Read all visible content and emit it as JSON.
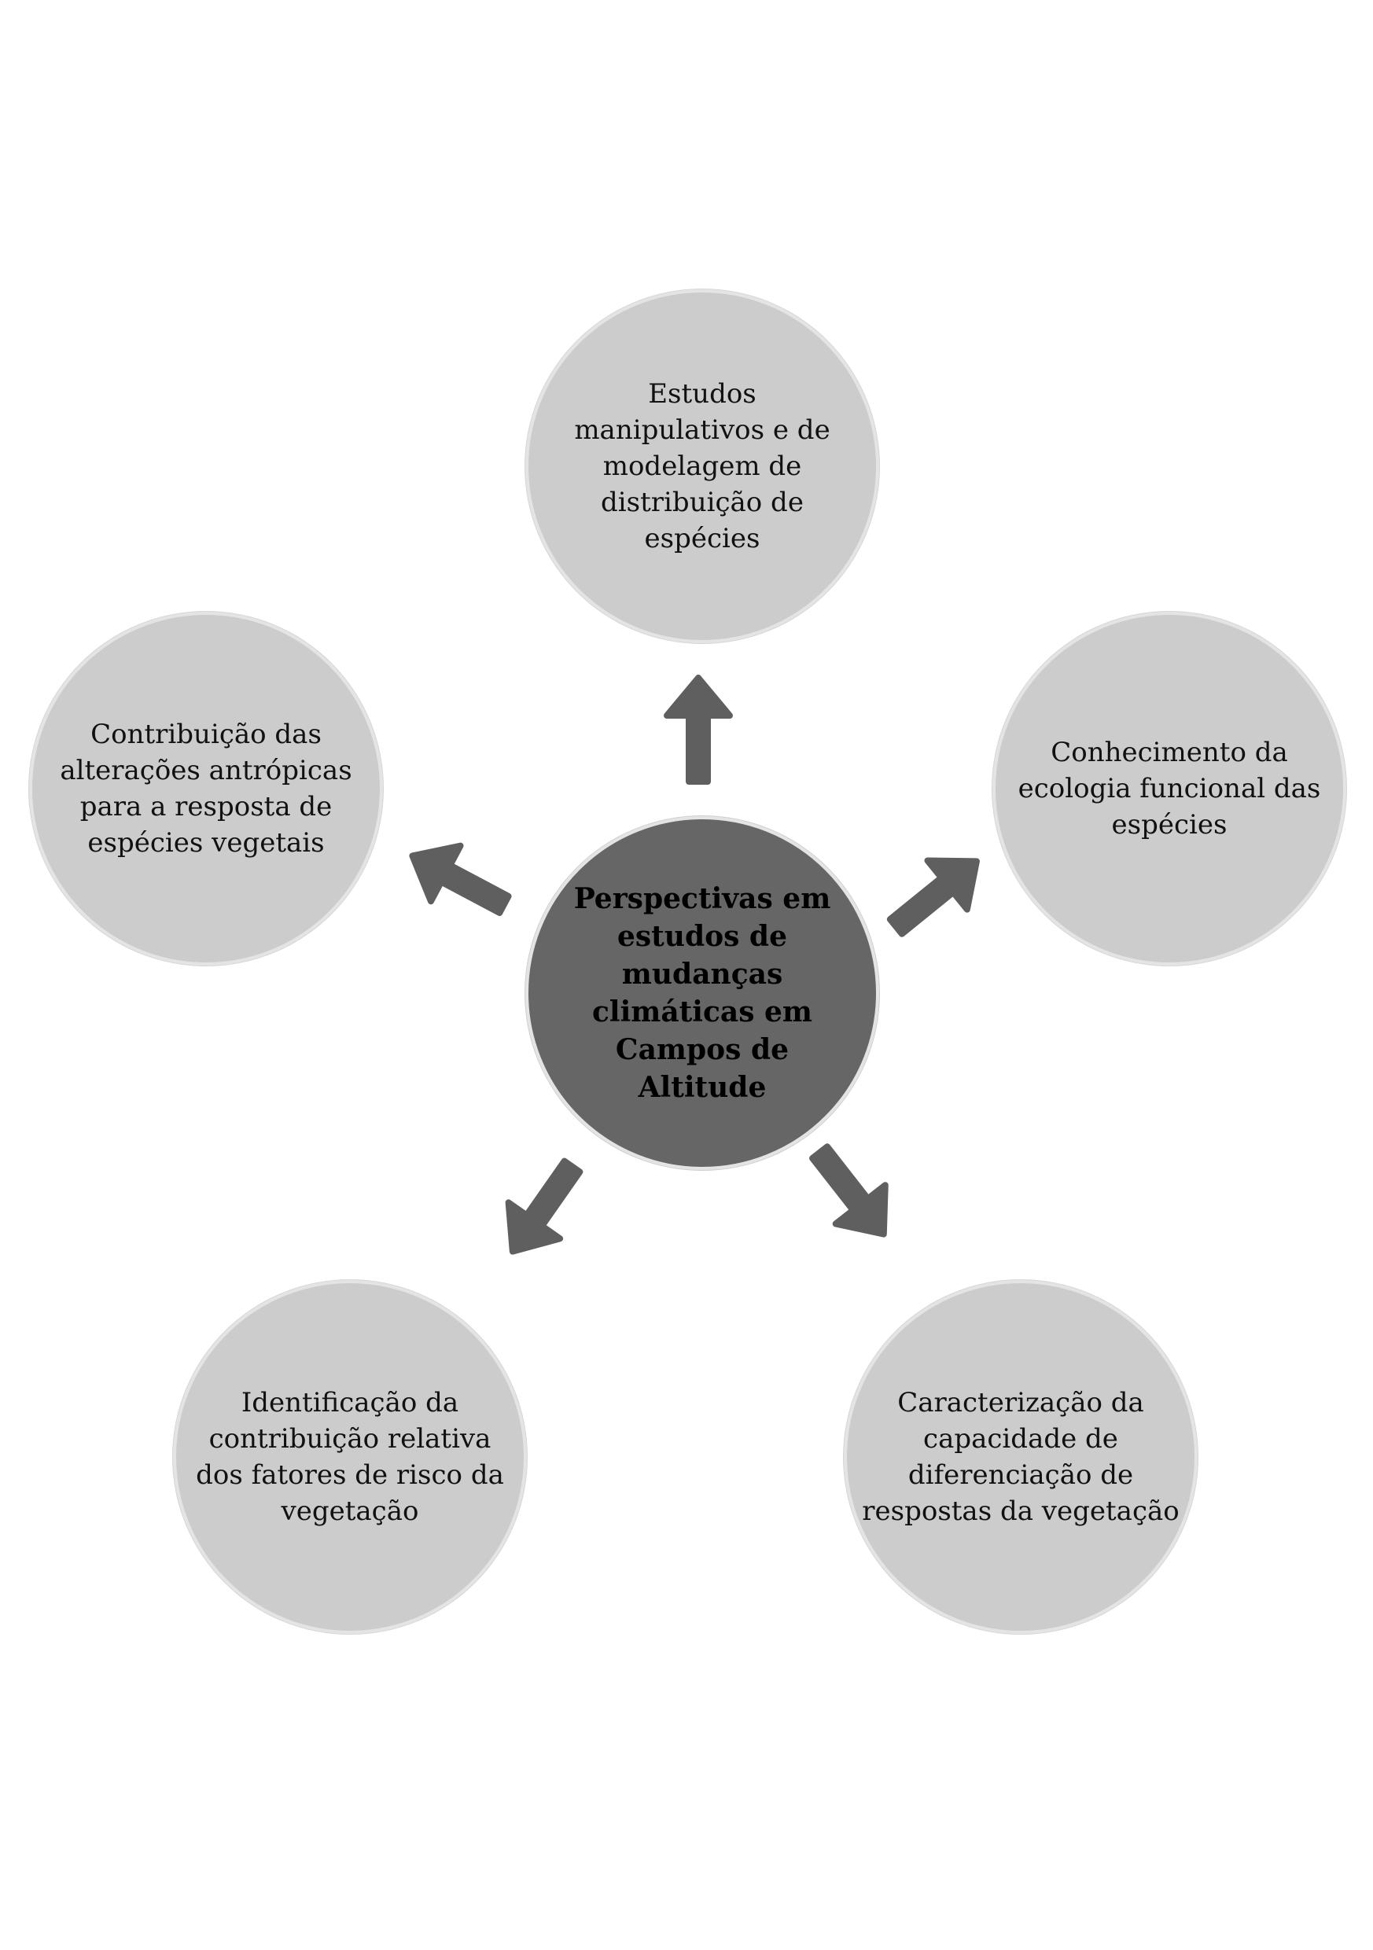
{
  "center": {
    "label": "Perspectivas em estudos de mudanças climáticas em Campos de Altitude"
  },
  "nodes": [
    {
      "id": "top",
      "label": "Estudos manipulativos e de modelagem de distribuição de espécies"
    },
    {
      "id": "right",
      "label": "Conhecimento da ecologia funcional das espécies"
    },
    {
      "id": "bottom-right",
      "label": "Caracterização da capacidade de diferenciação de respostas da vegetação"
    },
    {
      "id": "bottom-left",
      "label": "Identificação da contribuição relativa dos fatores de risco da vegetação"
    },
    {
      "id": "left",
      "label": "Contribuição das alterações antrópicas para a resposta de espécies vegetais"
    }
  ],
  "colors": {
    "outer_fill": "#cccccc",
    "center_fill": "#666666",
    "arrow_fill": "#5f5f5f",
    "border": "#e4e4e4"
  }
}
